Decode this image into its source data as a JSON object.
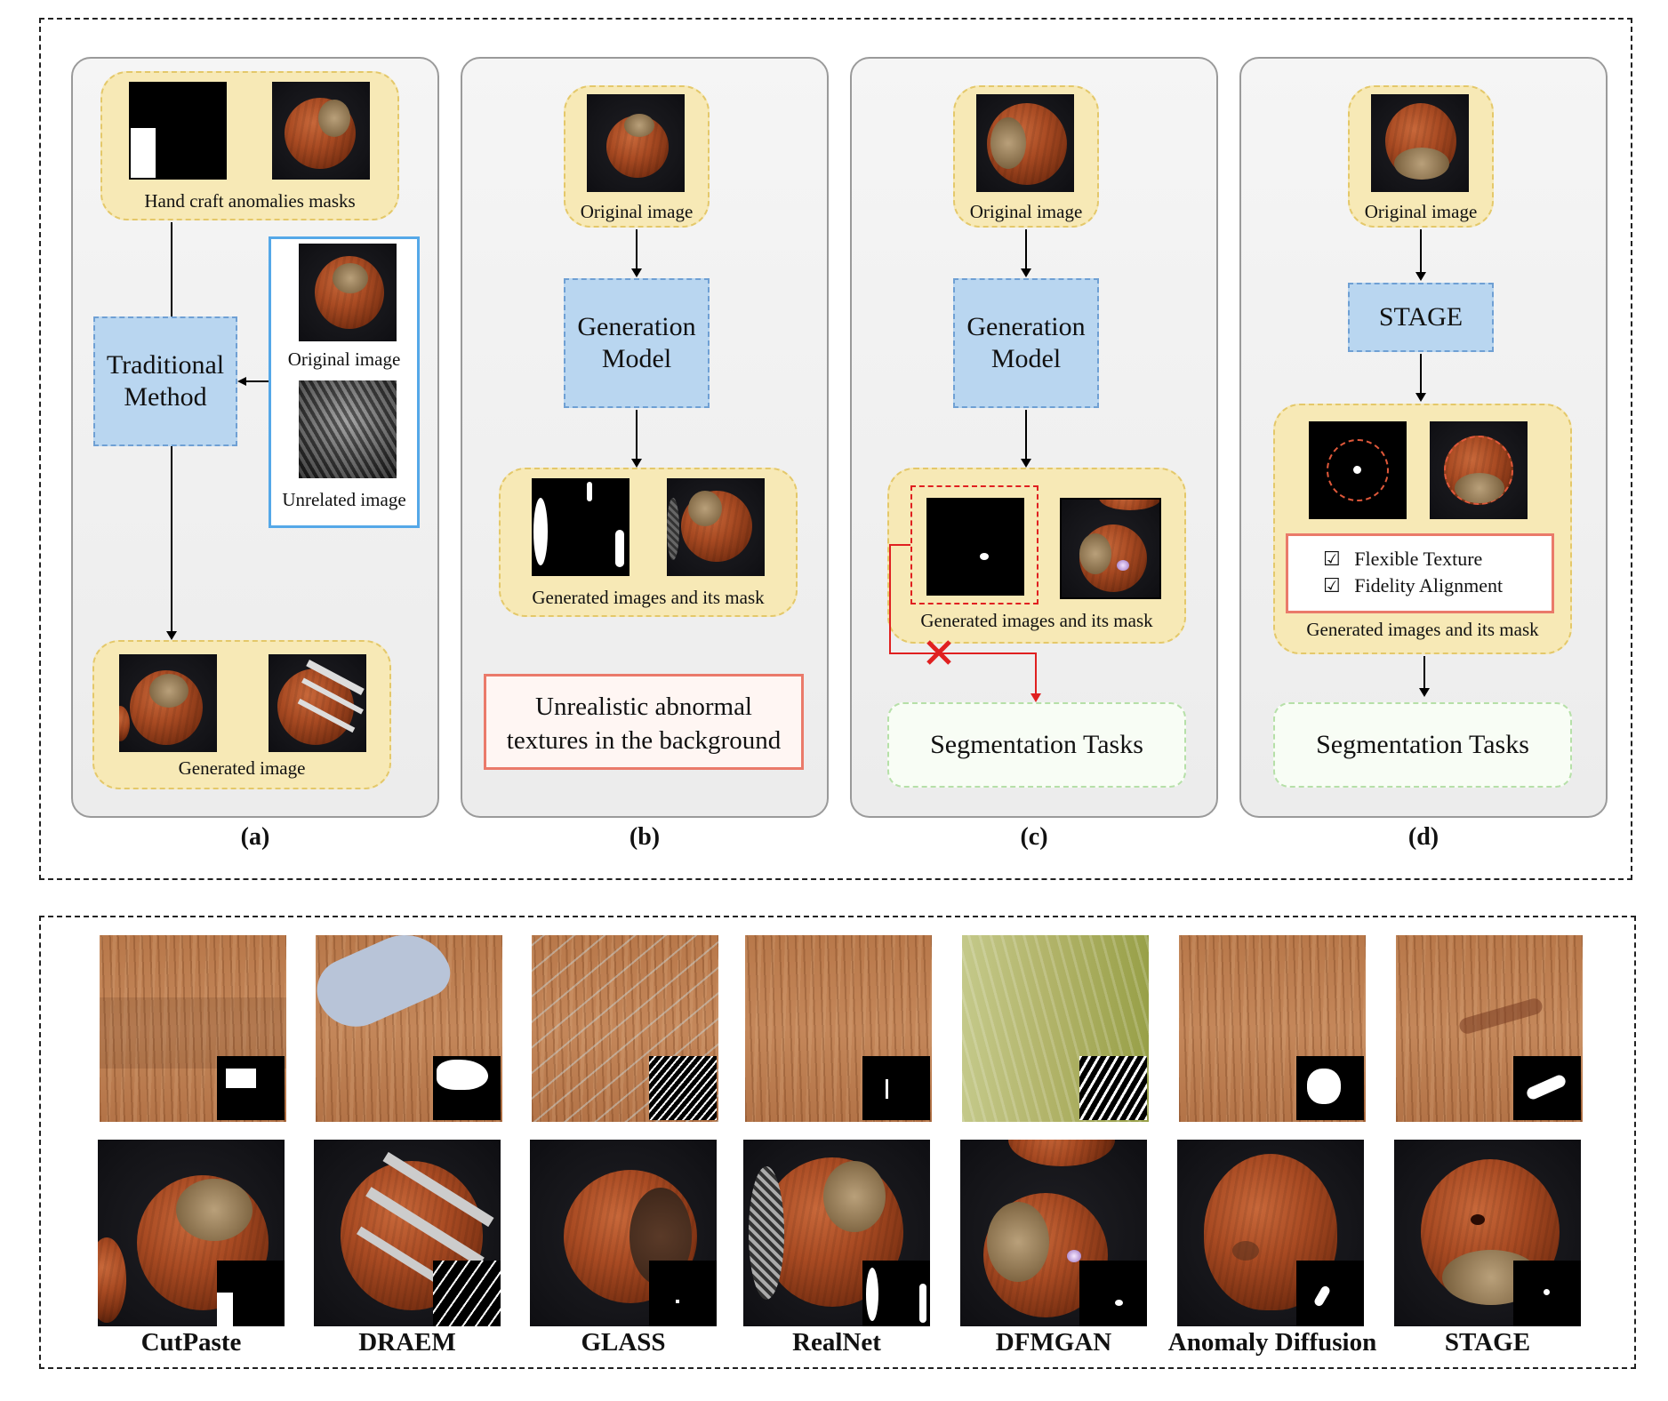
{
  "panel_a": {
    "top_caption": "Hand craft anomalies masks",
    "method_label": "Traditional Method",
    "side_caption_1": "Original image",
    "side_caption_2": "Unrelated image",
    "bottom_caption": "Generated image",
    "label": "(a)"
  },
  "panel_b": {
    "top_caption": "Original image",
    "model_label": "Generation Model",
    "bottom_caption": "Generated images and its mask",
    "note": "Unrealistic abnormal textures in the background",
    "label": "(b)"
  },
  "panel_c": {
    "top_caption": "Original image",
    "model_label": "Generation Model",
    "bottom_caption": "Generated images and its mask",
    "task_label": "Segmentation Tasks",
    "label": "(c)"
  },
  "panel_d": {
    "top_caption": "Original image",
    "model_label": "STAGE",
    "check_1": "Flexible Texture",
    "check_2": "Fidelity Alignment",
    "check_symbol": "☑",
    "bottom_caption": "Generated images and its mask",
    "task_label": "Segmentation Tasks",
    "label": "(d)"
  },
  "comparison": {
    "methods": [
      "CutPaste",
      "DRAEM",
      "GLASS",
      "RealNet",
      "DFMGAN",
      "Anomaly Diffusion",
      "STAGE"
    ]
  }
}
